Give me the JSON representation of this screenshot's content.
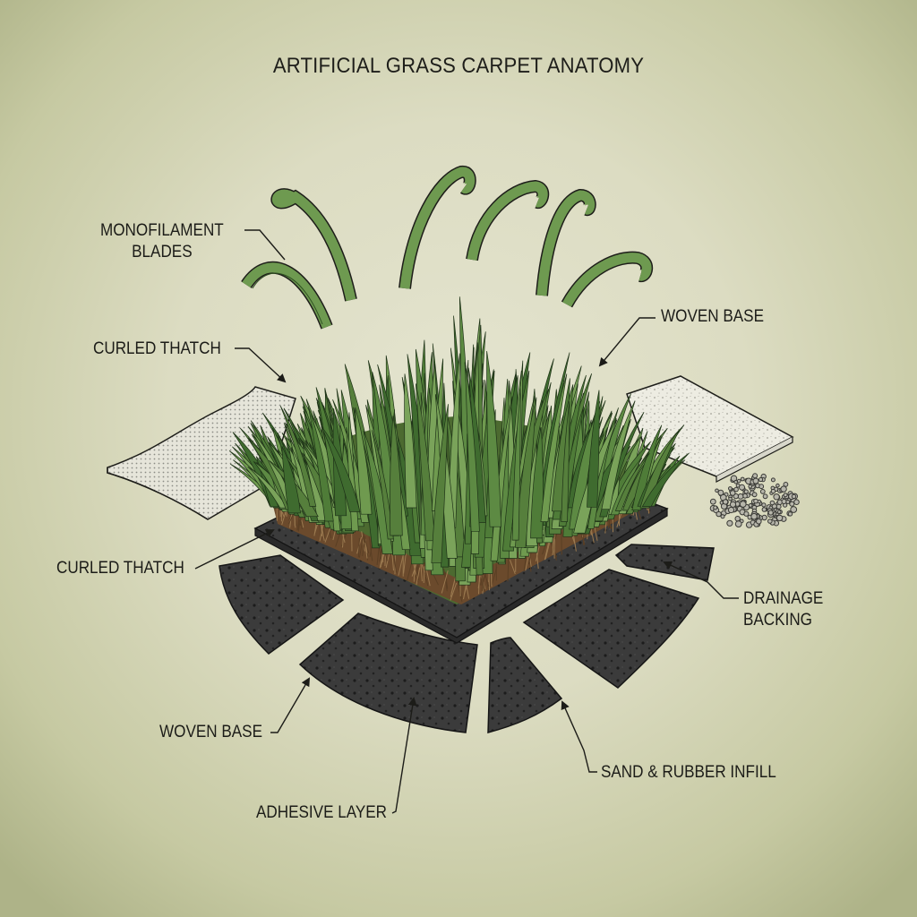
{
  "title": "ARTIFICIAL GRASS CARPET ANATOMY",
  "labels": {
    "monofilament_line1": "MONOFILAMENT",
    "monofilament_line2": "BLADES",
    "curled_thatch_top": "CURLED THATCH",
    "woven_base_top": "WOVEN BASE",
    "curled_thatch_mid": "CURLED THATCH",
    "drainage_line1": "DRAINAGE",
    "drainage_line2": "BACKING",
    "woven_base_bottom": "WOVEN BASE",
    "sand_rubber_infill": "SAND & RUBBER INFILL",
    "adhesive_layer": "ADHESIVE LAYER"
  },
  "colors": {
    "grass_dark": "#3f6b2f",
    "grass_light": "#6f9a4f",
    "thatch_brown": "#6b4a2c",
    "rubber_mat": "#3a3a3a",
    "woven_sheet": "#ecebe0",
    "outline": "#1e1e1a"
  }
}
